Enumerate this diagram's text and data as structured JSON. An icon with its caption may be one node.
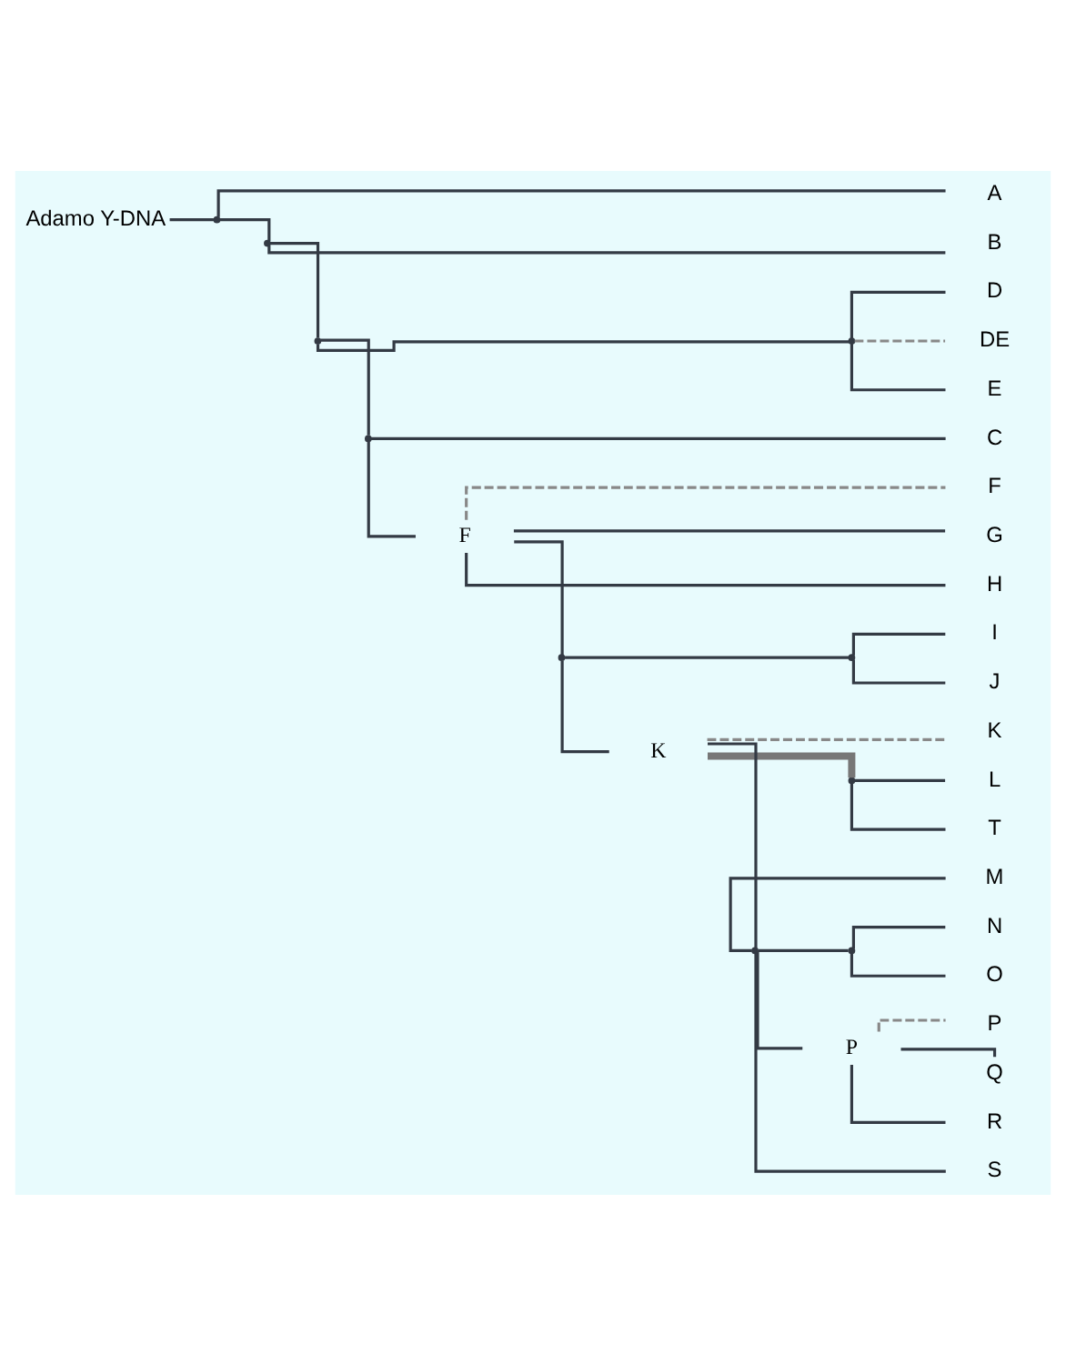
{
  "diagram": {
    "nodes": [
      {
        "text": [
          "Adamo Y-DNA"
        ]
      },
      {
        "text": [],
        "shape": "point"
      },
      {
        "text": [
          "A"
        ]
      },
      {
        "text": [],
        "shape": "point"
      },
      {
        "text": [
          "B"
        ]
      },
      {
        "text": [],
        "shape": "point"
      },
      {
        "text": [],
        "shape": "point"
      },
      {
        "text": [
          "D"
        ]
      },
      {
        "text": [
          "DE"
        ]
      },
      {
        "text": [
          "E"
        ]
      },
      {
        "text": [],
        "shape": "point"
      },
      {
        "text": [
          "C"
        ]
      },
      {
        "text": [
          "F"
        ]
      },
      {
        "text": [
          "F"
        ]
      },
      {
        "text": [
          "G"
        ]
      },
      {
        "text": [
          "H"
        ]
      },
      {
        "text": [],
        "shape": "point"
      },
      {
        "text": [],
        "shape": "point"
      },
      {
        "text": [
          "I"
        ]
      },
      {
        "text": [
          "J"
        ]
      },
      {
        "text": [
          "K"
        ]
      },
      {
        "text": [
          "K"
        ]
      },
      {
        "text": [],
        "shape": "point"
      },
      {
        "text": [
          "L"
        ]
      },
      {
        "text": [
          "T"
        ]
      },
      {
        "text": [],
        "shape": "point"
      },
      {
        "text": [
          "M"
        ]
      },
      {
        "text": [],
        "shape": "point"
      },
      {
        "text": [
          "N"
        ]
      },
      {
        "text": [
          "O"
        ]
      },
      {
        "text": [
          "P"
        ]
      },
      {
        "text": [
          "P"
        ]
      },
      {
        "text": [
          "Q"
        ]
      },
      {
        "text": [
          "R"
        ]
      },
      {
        "text": [
          "S"
        ]
      }
    ],
    "edges": [
      {
        "from": 0,
        "to": 1,
        "arrow": "none"
      },
      {
        "from": 1,
        "to": 2,
        "arrow": "none"
      },
      {
        "from": 1,
        "to": 3,
        "arrow": "none"
      },
      {
        "from": 3,
        "to": 4,
        "arrow": "none"
      },
      {
        "from": 3,
        "to": 5,
        "arrow": "none"
      },
      {
        "from": 5,
        "to": 6,
        "arrow": "none"
      },
      {
        "from": 6,
        "to": 7,
        "arrow": "none"
      },
      {
        "from": 6,
        "to": 8,
        "arrow": "none",
        "style": "dashed"
      },
      {
        "from": 6,
        "to": 9,
        "arrow": "none"
      },
      {
        "from": 5,
        "to": 10,
        "arrow": "none"
      },
      {
        "from": 10,
        "to": 11,
        "arrow": "none"
      },
      {
        "from": 10,
        "to": 12,
        "arrow": "none"
      },
      {
        "from": 12,
        "to": 13,
        "arrow": "none",
        "style": "dashed"
      },
      {
        "from": 12,
        "to": 14,
        "arrow": "none"
      },
      {
        "from": 12,
        "to": 15,
        "arrow": "none"
      },
      {
        "from": 12,
        "to": 16,
        "arrow": "none"
      },
      {
        "from": 16,
        "to": 17,
        "arrow": "none"
      },
      {
        "from": 17,
        "to": 18,
        "arrow": "none"
      },
      {
        "from": 17,
        "to": 19,
        "arrow": "none"
      },
      {
        "from": 16,
        "to": 20,
        "arrow": "none"
      },
      {
        "from": 20,
        "to": 21,
        "arrow": "none",
        "style": "dashed"
      },
      {
        "from": 20,
        "to": 22,
        "arrow": "none",
        "style": "thick"
      },
      {
        "from": 22,
        "to": 23,
        "arrow": "none"
      },
      {
        "from": 22,
        "to": 24,
        "arrow": "none"
      },
      {
        "from": 20,
        "to": 25,
        "arrow": "none"
      },
      {
        "from": 25,
        "to": 26,
        "arrow": "none"
      },
      {
        "from": 25,
        "to": 27,
        "arrow": "none"
      },
      {
        "from": 27,
        "to": 28,
        "arrow": "none"
      },
      {
        "from": 27,
        "to": 29,
        "arrow": "none"
      },
      {
        "from": 25,
        "to": 30,
        "arrow": "none"
      },
      {
        "from": 30,
        "to": 31,
        "arrow": "none",
        "style": "dashed"
      },
      {
        "from": 30,
        "to": 32,
        "arrow": "none"
      },
      {
        "from": 30,
        "to": 33,
        "arrow": "none"
      },
      {
        "from": 25,
        "to": 34,
        "arrow": "none"
      }
    ]
  }
}
